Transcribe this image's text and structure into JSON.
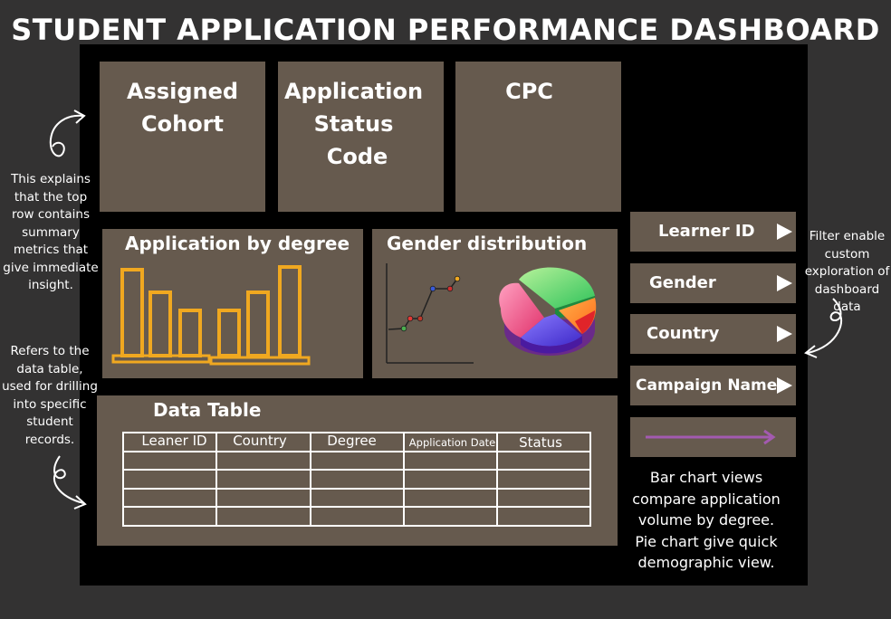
{
  "page_title": "STUDENT APPLICATION PERFORMANCE DASHBOARD",
  "metrics": [
    {
      "label_lines": [
        "Assigned",
        "Cohort"
      ]
    },
    {
      "label_lines": [
        "Application",
        "Status",
        "Code"
      ]
    },
    {
      "label_lines": [
        "CPC"
      ]
    }
  ],
  "charts": {
    "bar_title": "Application by degree",
    "bar_values": [
      95,
      70,
      50,
      50,
      70,
      98
    ],
    "gender_title": "Gender distribution",
    "line_values": [
      0,
      1,
      1,
      4,
      4,
      5
    ]
  },
  "table": {
    "title": "Data Table",
    "columns": [
      "Leaner ID",
      "Country",
      "Degree",
      "Application Date",
      "Status"
    ],
    "row_count": 4
  },
  "filters": [
    "Learner ID",
    "Gender",
    "Country",
    "Campaign Name"
  ],
  "notes": {
    "top_row": [
      "This explains",
      "that the top",
      "row contains",
      "summary",
      "metrics that",
      "give immediate",
      "insight."
    ],
    "data_table": [
      "Refers to the",
      "data table,",
      "used for drilling",
      "into specific",
      "student",
      "records."
    ],
    "filter": [
      "Filter enable",
      "custom",
      "exploration of",
      "dashboard",
      "data"
    ]
  },
  "legend": [
    "Bar chart views",
    "compare application",
    "volume by degree.",
    "Pie chart give quick",
    "demographic view."
  ],
  "colors": {
    "background": "#333232",
    "board": "#000000",
    "card": "#665a4e",
    "bar": "#f0a820",
    "legend_arrow": "#a35ab0"
  }
}
